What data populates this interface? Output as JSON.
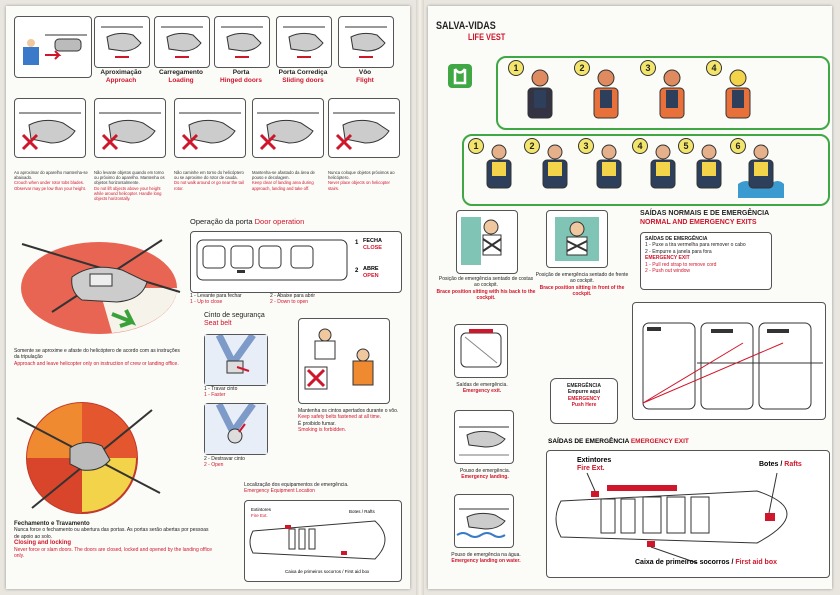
{
  "left": {
    "steps": [
      {
        "pt": "Aproximação",
        "en": "Approach"
      },
      {
        "pt": "Carregamento",
        "en": "Loading"
      },
      {
        "pt": "Porta",
        "en": "Hinged doors"
      },
      {
        "pt": "Porta Corrediça",
        "en": "Sliding doors"
      },
      {
        "pt": "Vôo",
        "en": "Flight"
      }
    ],
    "warnings": [
      {
        "pt": "Ao aproximar do aparelho mantenha-se abaixado.",
        "en": "Crouch when under rotor tobs blades. Observar may pe low than your height."
      },
      {
        "pt": "Não levante objetos quando em torno ou próximo do aparelho. Mantenha os objetos horizontalmente.",
        "en": "Do not lift objects above your height while around helicopter. Handle long objects horizontally."
      },
      {
        "pt": "Não caminhe em torno do helicóptero ou se aproxime do rotor de cauda.",
        "en": "Do not walk around or go near the tail rotor."
      },
      {
        "pt": "Mantenha-se afastado da área de pouso e decolagem.",
        "en": "Keep clear of landing area during approach, landing and take off."
      },
      {
        "pt": "Nunca coloque objetos próximos ao helicóptero.",
        "en": "Never place objects on helicopter stairs."
      }
    ],
    "door": {
      "title_pt": "Operação da porta",
      "title_en": "Door operation",
      "close_pt": "FECHA",
      "close_en": "CLOSE",
      "open_pt": "ABRE",
      "open_en": "OPEN",
      "n1": "1",
      "n2": "2",
      "step1_pt": "1 - Levante para fechar",
      "step1_en": "1 - Up to close",
      "step2_pt": "2 - Abaixe para abrir",
      "step2_en": "2 - Down to open"
    },
    "approach_pt": "Somente se aproxime e afaste do helicóptero de acordo com as instruções da tripulação",
    "approach_en": "Approach and leave helicopter only on instruction of crew or landing office.",
    "seat": {
      "title_pt": "Cinto de segurança",
      "title_en": "Seat belt",
      "fasten_pt": "1 - Travar cinto",
      "fasten_en": "1 - Faster",
      "open_pt": "2 - Destravar cinto",
      "open_en": "2 - Open",
      "keep_pt": "Mantenha os cintos apertados durante o vôo.",
      "keep_en": "Keep safety belts fastened at all time.",
      "smoke_pt": "É proibido fumar.",
      "smoke_en": "Smoking is forbidden."
    },
    "closing": {
      "title_pt": "Fechamento e Travamento",
      "text_pt": "Nunca force o fechamento ou abertura das portas. As portas serão abertas por pessoas de apoio ao solo.",
      "title_en": "Closing and locking",
      "text_en": "Never force or slam doors. The doors are closed, locked and opened by the landing office only."
    },
    "equipment": {
      "title_pt": "Localização dos equipamentos de emergência.",
      "title_en": "Emergency Equipment Location",
      "fire_pt": "Extintores",
      "fire_en": "Fire Ext.",
      "rafts": "Botes / Rafts",
      "firstaid": "Caixa de primeiros socorros / First aid box"
    }
  },
  "right": {
    "title_pt": "SALVA-VIDAS",
    "title_en": "LIFE VEST",
    "vest_nums": [
      "1",
      "2",
      "3",
      "4"
    ],
    "vest2_nums": [
      "1",
      "2",
      "3",
      "4",
      "5",
      "6"
    ],
    "brace": [
      {
        "pt": "Posição de emergência sentado de costas ao cockpit.",
        "en": "Brace position sitting with his back to the cockpit."
      },
      {
        "pt": "Posição de emergência sentado de frente ao cockpit.",
        "en": "Brace position sitting in front of the cockpit."
      }
    ],
    "exits_title_pt": "SAÍDAS NORMAIS E DE EMERGÊNCIA",
    "exits_title_en": "NORMAL AND EMERGENCY EXITS",
    "exits_box": {
      "pt_title": "SAÍDAS DE EMERGÊNCIA",
      "pt1": "1 - Puxe a tira vermelha para remover o cabo",
      "pt2": "2 - Empurre a janela para fora",
      "en_title": "EMERGENCY EXIT",
      "en1": "1 - Pull red strap to remove cord",
      "en2": "2 - Push out window"
    },
    "push_pt": "EMERGÊNCIA",
    "push_pt2": "Empurre aqui",
    "push_en": "EMERGENCY",
    "push_en2": "Push Here",
    "captions": [
      {
        "pt": "Saídas de emergência.",
        "en": "Emergency exit."
      },
      {
        "pt": "Pouso de emergência.",
        "en": "Emergency landing."
      },
      {
        "pt": "Pouso de emergência na água.",
        "en": "Emergency landing on water."
      }
    ],
    "emexit_pt": "SAÍDAS DE EMERGÊNCIA",
    "emexit_en": "EMERGENCY EXIT",
    "fire_pt": "Extintores",
    "fire_en": "Fire Ext.",
    "rafts_pt": "Botes / ",
    "rafts_en": "Rafts",
    "firstaid_pt": "Caixa de primeiros socorros / ",
    "firstaid_en": "First aid box"
  }
}
